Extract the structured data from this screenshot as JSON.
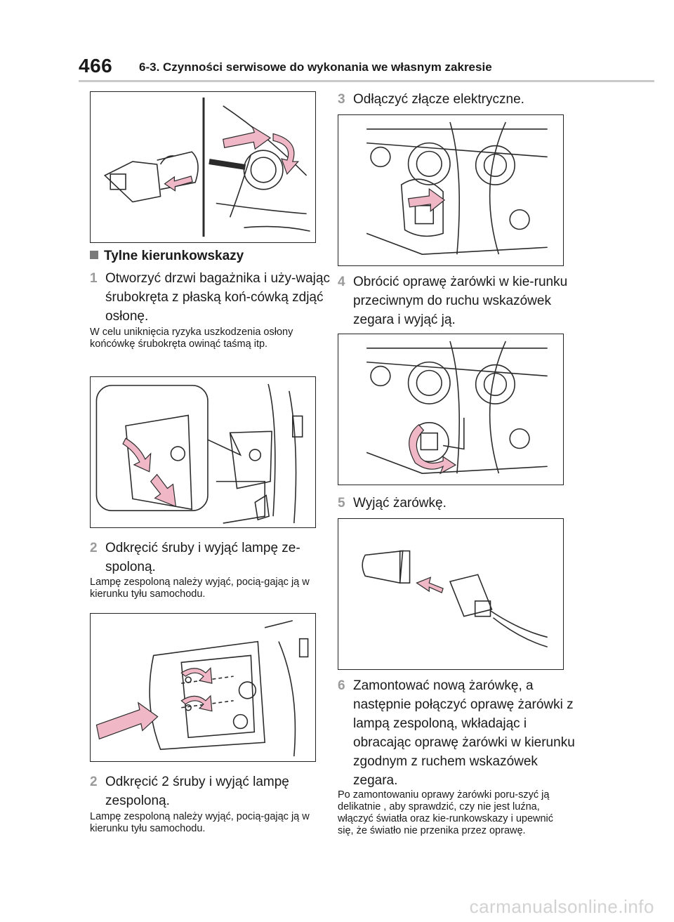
{
  "header": {
    "page_number": "466",
    "section_title": "6-3. Czynności serwisowe do wykonania we własnym zakresie"
  },
  "left": {
    "heading": "Tylne kierunkowskazy",
    "step1": {
      "num": "1",
      "text": "Otworzyć drzwi bagażnika i uży-wając śrubokręta z płaską koń-cówką zdjąć osłonę."
    },
    "note1": "W celu uniknięcia ryzyka uszkodzenia osłony końcówkę śrubokręta owinąć taśmą itp.",
    "step2a": {
      "num": "2",
      "text": "Odkręcić śruby i wyjąć lampę ze-spoloną."
    },
    "note2a": "Lampę zespoloną należy wyjąć, pocią-gając ją w kierunku tyłu samochodu.",
    "step2b": {
      "num": "2",
      "text": "Odkręcić 2 śruby i wyjąć lampę zespoloną."
    },
    "note2b": "Lampę zespoloną należy wyjąć, pocią-gając ją w kierunku tyłu samochodu."
  },
  "right": {
    "step3": {
      "num": "3",
      "text": "Odłączyć złącze elektryczne."
    },
    "step4": {
      "num": "4",
      "text": "Obrócić oprawę żarówki w kie-runku przeciwnym do ruchu wskazówek zegara i wyjąć ją."
    },
    "step5": {
      "num": "5",
      "text": "Wyjąć żarówkę."
    },
    "step6": {
      "num": "6",
      "text": "Zamontować nową żarówkę, a następnie połączyć oprawę żarówki z lampą zespoloną, wkładając i obracając oprawę żarówki w kierunku zgodnym z ruchem wskazówek zegara."
    },
    "note6": "Po zamontowaniu oprawy żarówki poru-szyć ją delikatnie , aby sprawdzić, czy nie jest luźna, włączyć światła oraz kie-runkowskazy i upewnić się, że światło nie przenika przez oprawę."
  },
  "watermark": "carmanualsonline.info",
  "colors": {
    "arrow_pink": "#f0b8c6",
    "line": "#2b2b2b",
    "rule": "#c9c9c9",
    "step_number": "#9a9a9a"
  }
}
